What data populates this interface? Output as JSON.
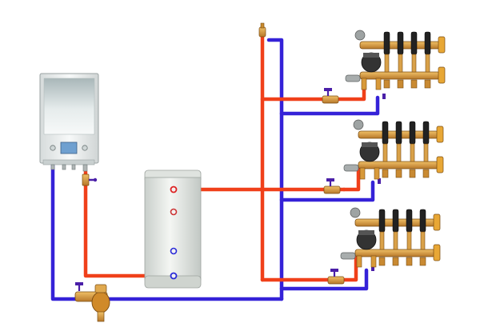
{
  "diagram": {
    "colors": {
      "supply_pipe": "#f0401a",
      "return_pipe": "#3522d8",
      "brass": "#d79a3c",
      "boiler_body": "#eef0f0",
      "tank_body": "#e9ece8",
      "valve_handle": "#4a1fa8"
    },
    "components": {
      "boiler": {
        "kind": "wall-hung-boiler",
        "icon": "boiler-icon"
      },
      "tank": {
        "kind": "indirect-hot-water-tank",
        "icon": "tank-icon"
      },
      "filter": {
        "kind": "magnetic-dirt-separator",
        "icon": "filter-icon"
      },
      "air_vent": {
        "kind": "automatic-air-vent",
        "icon": "air-vent-icon"
      },
      "manifolds": [
        {
          "kind": "underfloor-manifold-with-pump",
          "icon": "manifold-icon"
        },
        {
          "kind": "underfloor-manifold-with-pump",
          "icon": "manifold-icon"
        },
        {
          "kind": "underfloor-manifold-with-pump",
          "icon": "manifold-icon"
        }
      ]
    }
  }
}
